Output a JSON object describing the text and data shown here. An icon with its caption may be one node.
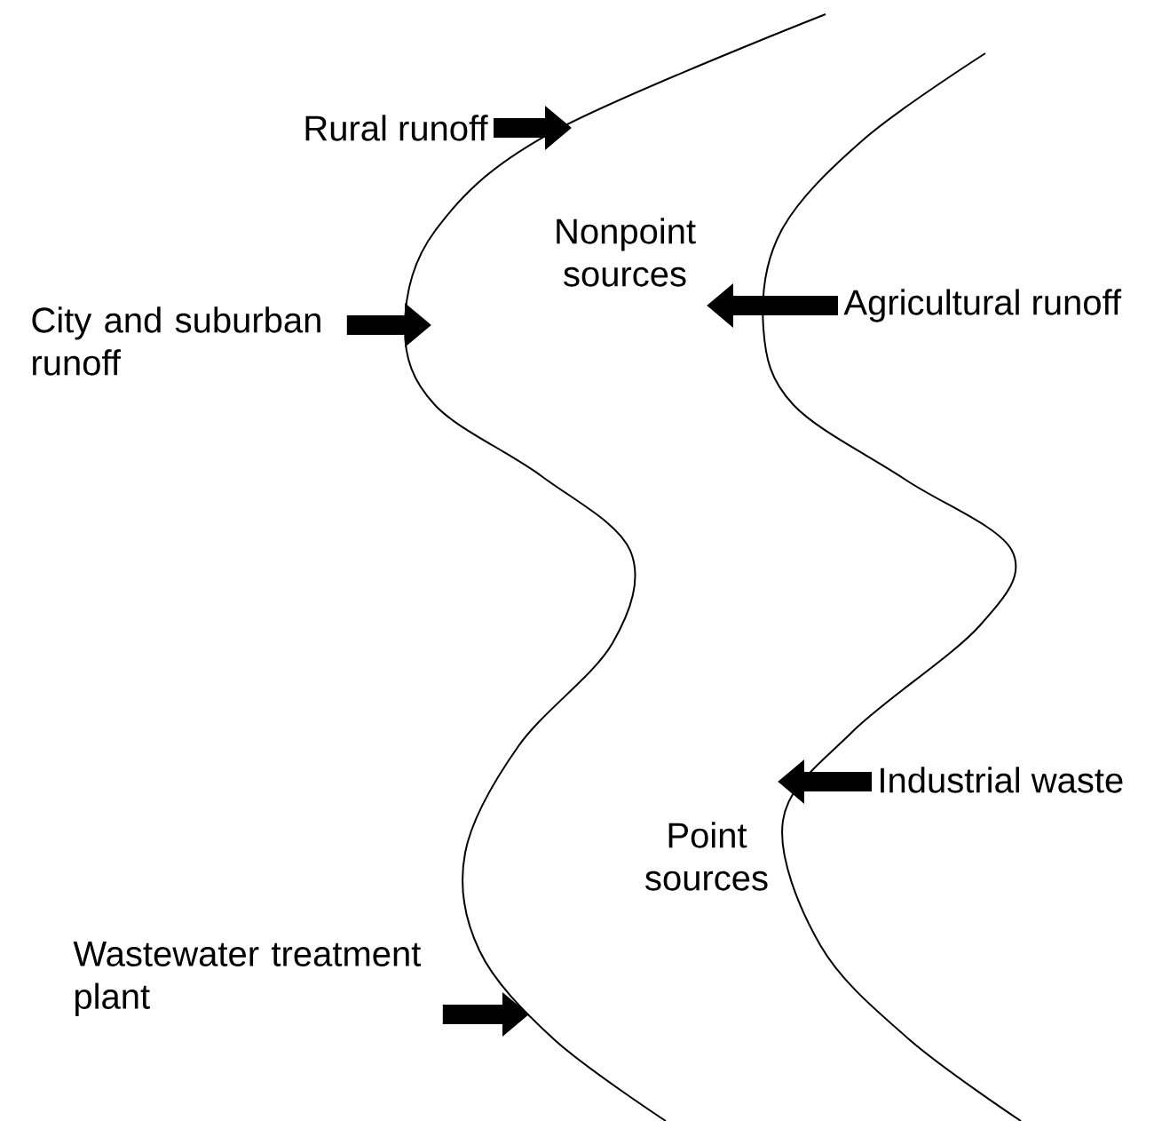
{
  "diagram": {
    "nodes": [
      {
        "text": [
          "Rural runoff"
        ]
      },
      {
        "text": [
          "City and suburban runoff"
        ]
      },
      {
        "text": [
          "Agricultural runoff"
        ]
      },
      {
        "text": [
          "Industrial waste"
        ]
      },
      {
        "text": [
          "Wastewater treatment plant"
        ]
      }
    ],
    "edges": [
      {
        "from": 0,
        "to": null,
        "arrow": "to"
      },
      {
        "from": 1,
        "to": null,
        "arrow": "to"
      },
      {
        "from": 2,
        "to": null,
        "arrow": "to"
      },
      {
        "from": 3,
        "to": null,
        "arrow": "to"
      },
      {
        "from": 4,
        "to": null,
        "arrow": "to"
      }
    ],
    "labels": [
      "Nonpoint sources",
      "Point sources"
    ]
  }
}
